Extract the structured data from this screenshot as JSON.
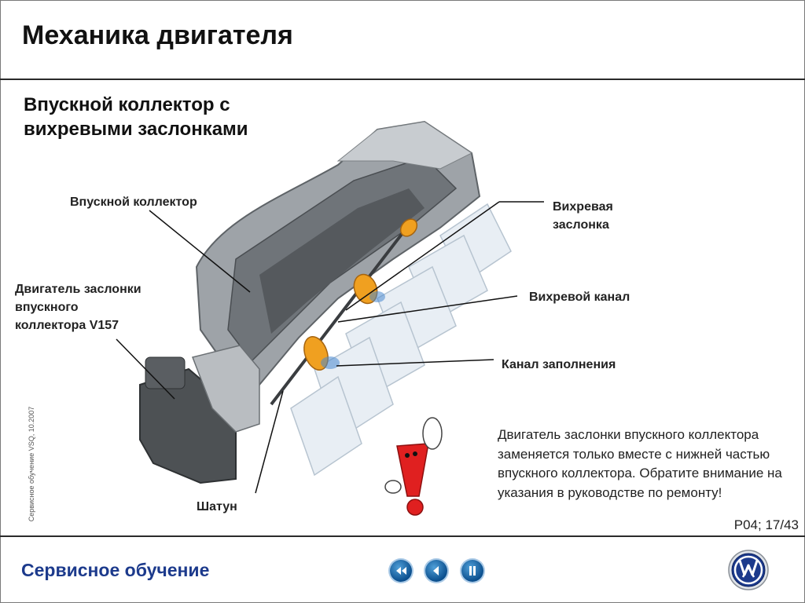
{
  "header": {
    "title": "Механика двигателя"
  },
  "slide": {
    "subtitle": "Впускной коллектор с\nвихревыми заслонками",
    "callouts": {
      "intake_manifold": "Впускной коллектор",
      "flap_motor": "Двигатель заслонки\nвпускного\nколлектора V157",
      "swirl_flap": "Вихревая\nзаслонка",
      "swirl_channel": "Вихревой канал",
      "fill_channel": "Канал заполнения",
      "connecting_rod": "Шатун"
    },
    "side_text": "Сервисное обучение VSQ, 10.2007",
    "note": "Двигатель заслонки впускного коллектора заменяется только вместе с нижней частью впускного коллектора. Обратите внимание на указания в руководстве по ремонту!",
    "page_number": "P04; 17/43"
  },
  "footer": {
    "title": "Сервисное обучение",
    "nav_buttons": [
      "rewind-icon",
      "back-icon",
      "pause-icon"
    ],
    "logo_text": "VW"
  },
  "colors": {
    "accent": "#1c3a8c",
    "nav": "#1565a8",
    "flap": "#f0a020",
    "warning": "#e02020"
  }
}
